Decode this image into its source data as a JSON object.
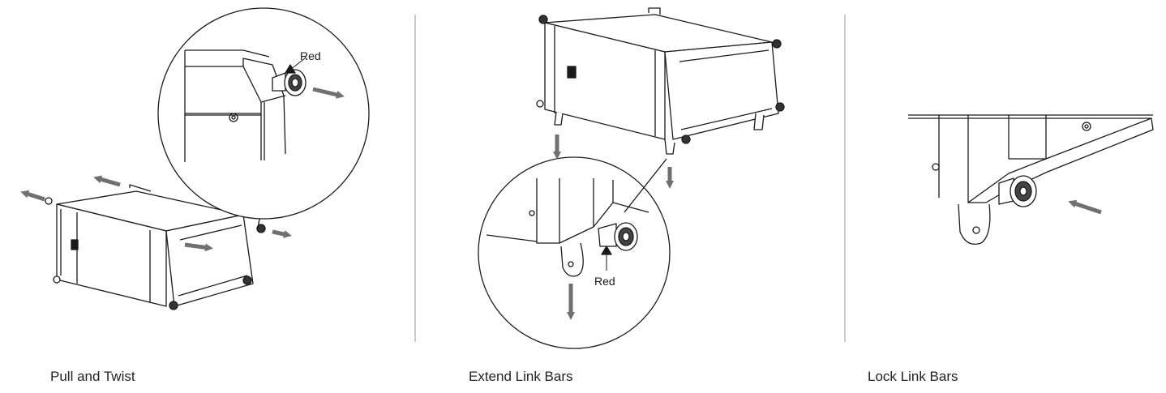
{
  "steps": [
    {
      "caption": "Pull and Twist",
      "callout": "Red"
    },
    {
      "caption": "Extend Link Bars",
      "callout": "Red"
    },
    {
      "caption": "Lock Link Bars"
    }
  ],
  "colors": {
    "line": "#1a1a1a",
    "divider": "#9a9a9a",
    "arrow": "#707070"
  }
}
